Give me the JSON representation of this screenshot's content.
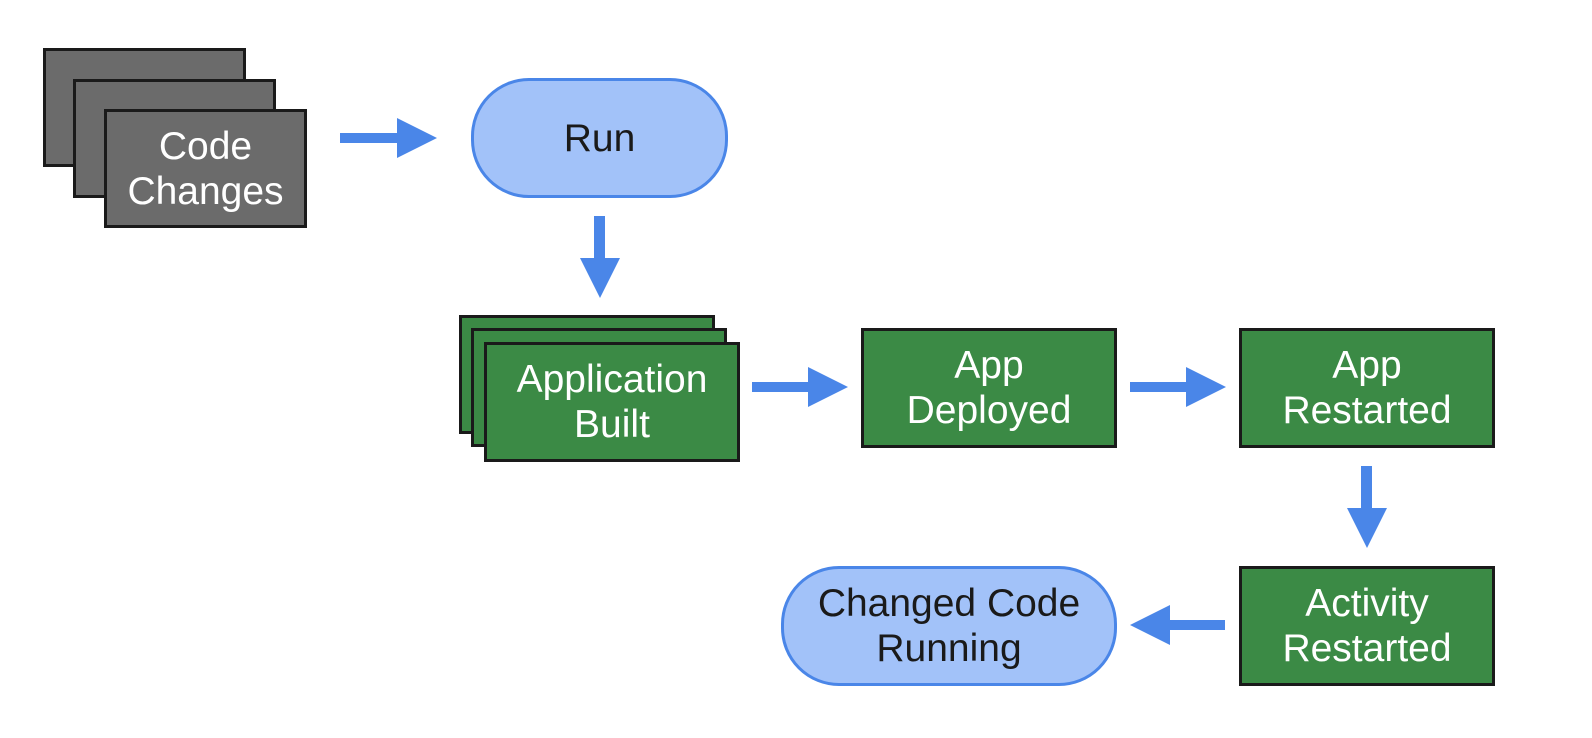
{
  "nodes": {
    "code_changes": {
      "line1": "Code",
      "line2": "Changes"
    },
    "run": {
      "line1": "Run"
    },
    "application_built": {
      "line1": "Application",
      "line2": "Built"
    },
    "app_deployed": {
      "line1": "App",
      "line2": "Deployed"
    },
    "app_restarted": {
      "line1": "App",
      "line2": "Restarted"
    },
    "activity_restarted": {
      "line1": "Activity",
      "line2": "Restarted"
    },
    "changed_code_running": {
      "line1": "Changed Code",
      "line2": "Running"
    }
  },
  "colors": {
    "gray_box": "#6b6b6b",
    "green_box": "#3b8a45",
    "pill_fill": "#a2c2f9",
    "pill_border": "#4a86e8",
    "arrow": "#4a86e8"
  }
}
